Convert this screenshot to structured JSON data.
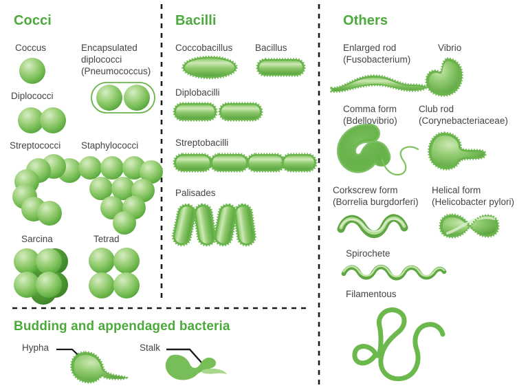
{
  "colors": {
    "heading_green": "#4CAA3C",
    "body_text": "#434343",
    "cell_light": "#c3e2a8",
    "cell_mid": "#7cbf5a",
    "cell_dark": "#4f9a38",
    "cell_deep": "#3f8a2e",
    "divider": "#1a1a1a",
    "leader": "#1a1a1a",
    "background": "#ffffff"
  },
  "headings": {
    "cocci": "Cocci",
    "bacilli": "Bacilli",
    "others": "Others",
    "budding": "Budding and appendaged bacteria"
  },
  "cocci": {
    "coccus": "Coccus",
    "encapsulated_l1": "Encapsulated",
    "encapsulated_l2": "diplococci",
    "encapsulated_l3": "(Pneumococcus)",
    "diplococci": "Diplococci",
    "streptococci": "Streptococci",
    "staphylococci": "Staphylococci",
    "sarcina": "Sarcina",
    "tetrad": "Tetrad"
  },
  "bacilli": {
    "coccobacillus": "Coccobacillus",
    "bacillus": "Bacillus",
    "diplobacilli": "Diplobacilli",
    "streptobacilli": "Streptobacilli",
    "palisades": "Palisades"
  },
  "others": {
    "enlarged_rod": "Enlarged rod",
    "enlarged_rod_genus": "Fusobacterium",
    "vibrio": "Vibrio",
    "comma_form": "Comma form",
    "comma_form_genus": "Bdellovibrio",
    "club_rod": "Club rod",
    "club_rod_genus": "Corynebacteriaceae",
    "corkscrew_form": "Corkscrew form",
    "corkscrew_form_genus": "Borrelia burgdorferi",
    "helical_form": "Helical form",
    "helical_form_genus": "Helicobacter pylori",
    "spirochete": "Spirochete",
    "filamentous": "Filamentous"
  },
  "budding": {
    "hypha": "Hypha",
    "stalk": "Stalk"
  },
  "open_paren": "(",
  "close_paren": ")"
}
